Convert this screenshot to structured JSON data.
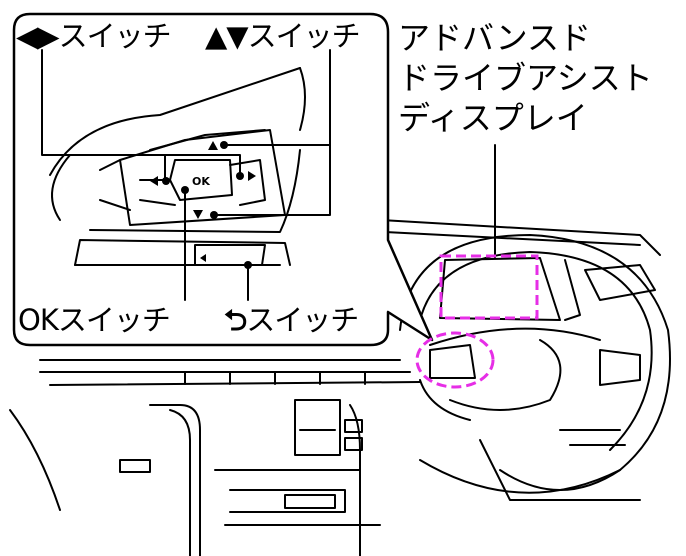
{
  "callout": {
    "lr_switch": "◀▶スイッチ",
    "ud_switch": "▲▼スイッチ",
    "ok_switch": "OKスイッチ",
    "return_switch_icon": "return-arrow",
    "return_switch": "スイッチ",
    "ok_button_text": "OK"
  },
  "display_label": {
    "line1": "アドバンスド",
    "line2": "ドライブアシスト",
    "line3": "ディスプレイ"
  },
  "colors": {
    "highlight": "#e62ee6",
    "line": "#000000"
  }
}
